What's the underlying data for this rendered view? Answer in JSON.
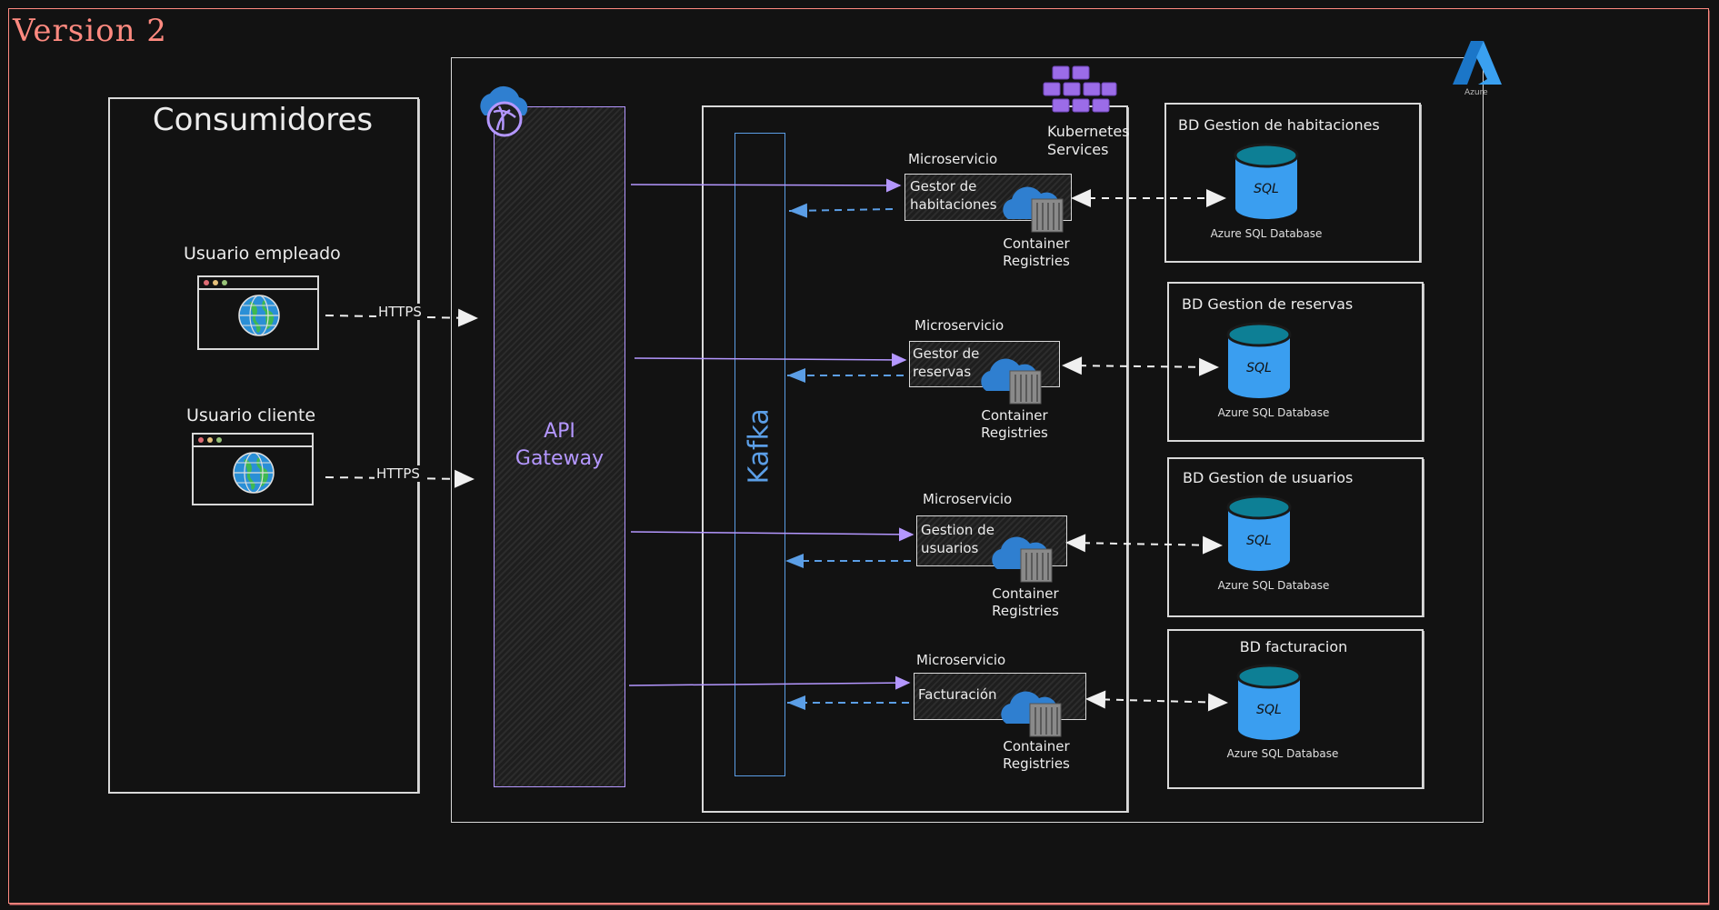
{
  "colors": {
    "background": "#121212",
    "frame": "#ff8a80",
    "title": "#ff8a80",
    "stroke": "#d9d9d9",
    "gateway": "#b497ff",
    "kafka": "#5b9ee6",
    "k8s": "#9b6ce8",
    "azure_blue": "#3a9ef0",
    "db_top": "#0d7f95"
  },
  "title": "Version 2",
  "azure_logo_label": "Azure",
  "consumers": {
    "title": "Consumidores",
    "users": [
      {
        "label": "Usuario empleado",
        "icon": "globe-browser-icon",
        "protocol": "HTTPS"
      },
      {
        "label": "Usuario cliente",
        "icon": "globe-browser-icon",
        "protocol": "HTTPS"
      }
    ]
  },
  "api_gateway": {
    "label_line1": "API",
    "label_line2": "Gateway",
    "icon": "api-gateway-cloud-icon"
  },
  "kubernetes": {
    "label_line1": "Kubernetes",
    "label_line2": "Services",
    "icon": "kubernetes-cubes-icon"
  },
  "kafka": {
    "label": "Kafka"
  },
  "microservices": [
    {
      "caption": "Microservicio",
      "line1": "Gestor de",
      "line2": "habitaciones",
      "registry_line1": "Container",
      "registry_line2": "Registries"
    },
    {
      "caption": "Microservicio",
      "line1": "Gestor de",
      "line2": "reservas",
      "registry_line1": "Container",
      "registry_line2": "Registries"
    },
    {
      "caption": "Microservicio",
      "line1": "Gestion de",
      "line2": "usuarios",
      "registry_line1": "Container",
      "registry_line2": "Registries"
    },
    {
      "caption": "Microservicio",
      "line1": "Facturación",
      "line2": "",
      "registry_line1": "Container",
      "registry_line2": "Registries"
    }
  ],
  "databases": [
    {
      "title": "BD Gestion de habitaciones",
      "engine": "SQL",
      "label": "Azure SQL Database"
    },
    {
      "title": "BD Gestion de reservas",
      "engine": "SQL",
      "label": "Azure SQL Database"
    },
    {
      "title": "BD Gestion de usuarios",
      "engine": "SQL",
      "label": "Azure SQL Database"
    },
    {
      "title": "BD facturacion",
      "engine": "SQL",
      "label": "Azure SQL Database"
    }
  ]
}
